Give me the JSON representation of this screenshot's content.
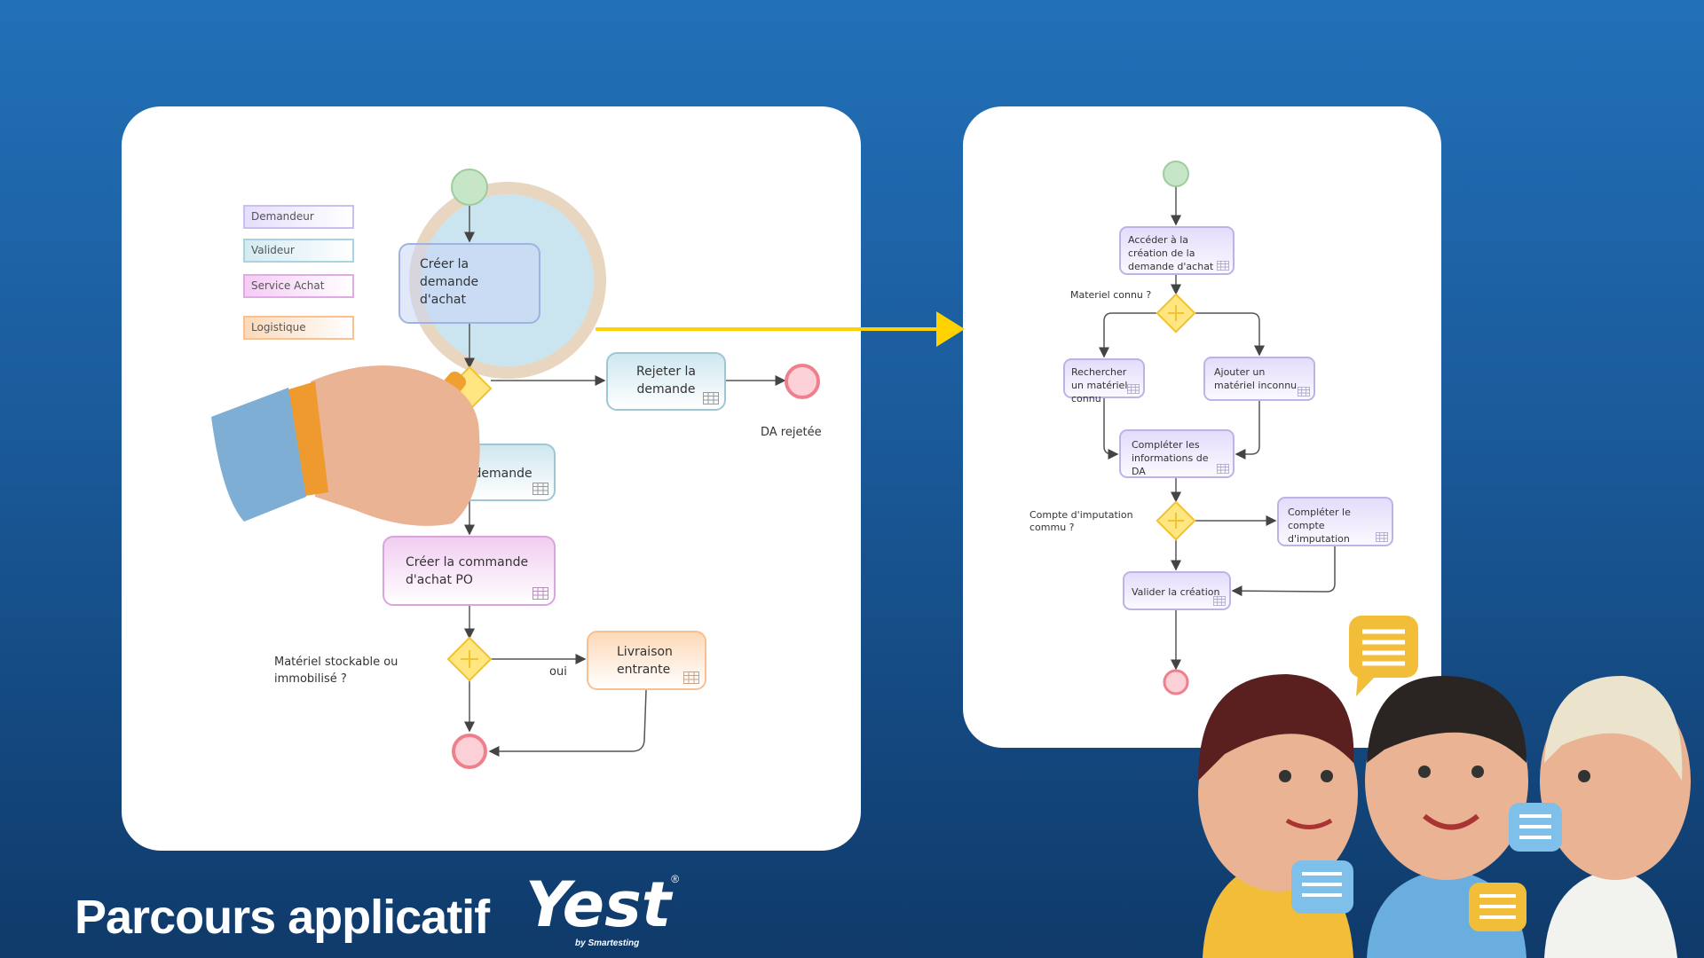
{
  "title": "Parcours applicatif",
  "logo": {
    "text": "Yest",
    "sub": "by Smartesting"
  },
  "legend": [
    {
      "label": "Demandeur",
      "color": "#c9bff2"
    },
    {
      "label": "Valideur",
      "color": "#a9d3e0"
    },
    {
      "label": "Service Achat",
      "color": "#e3a8e6"
    },
    {
      "label": "Logistique",
      "color": "#f8c18f"
    }
  ],
  "left_diagram": {
    "tasks": {
      "create_request": "Créer la demande d'achat",
      "reject": "Rejeter la demande",
      "validate": "Valider la demande",
      "create_po": "Créer la commande d'achat PO",
      "delivery": "Livraison entrante"
    },
    "end_rejected_label": "DA rejetée",
    "gateway_label": "Matériel stockable ou immobilisé ?",
    "yes_label": "oui"
  },
  "right_diagram": {
    "tasks": {
      "access": "Accéder à la création de la demande d'achat",
      "search": "Rechercher un matériel connu",
      "add": "Ajouter un matériel inconnu",
      "complete_info": "Compléter les informations de DA",
      "complete_account": "Compléter le compte d'imputation",
      "validate": "Valider la création"
    },
    "gateway1_label": "Materiel connu ?",
    "gateway2_label": "Compte d'imputation commu ?"
  },
  "colors": {
    "connector_highlight": "#ffd200",
    "start": "#b9ddb9",
    "end": "#f28a96",
    "gateway": "#ffd84a"
  }
}
